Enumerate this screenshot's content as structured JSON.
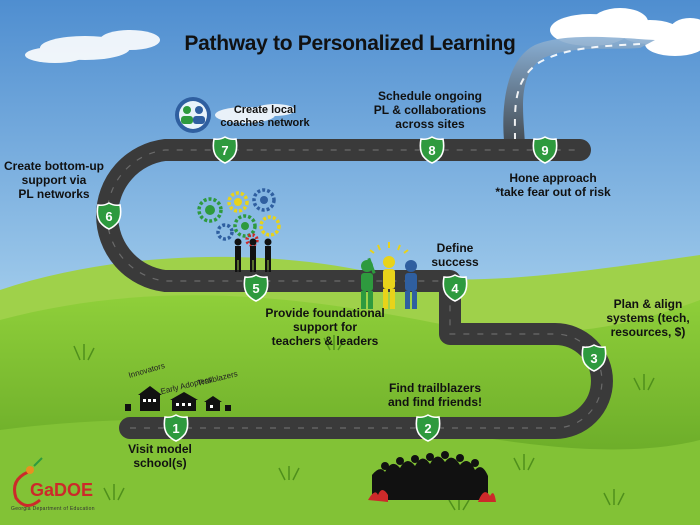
{
  "title": "Pathway to Personalized Learning",
  "steps": [
    {
      "number": "1",
      "lines": [
        "Visit model",
        "school(s)"
      ]
    },
    {
      "number": "2",
      "lines": [
        "Find trailblazers",
        "and find friends!"
      ]
    },
    {
      "number": "3",
      "lines": [
        "Plan & align",
        "systems (tech,",
        "resources, $)"
      ]
    },
    {
      "number": "4",
      "lines": [
        "Define",
        "success"
      ]
    },
    {
      "number": "5",
      "lines": [
        "Provide foundational",
        "support for",
        "teachers & leaders"
      ]
    },
    {
      "number": "6",
      "lines": [
        "Create bottom-up",
        "support via",
        "PL networks"
      ]
    },
    {
      "number": "7",
      "lines": [
        "Create local",
        "coaches network"
      ]
    },
    {
      "number": "8",
      "lines": [
        "Schedule ongoing",
        "PL & collaborations",
        "across sites"
      ]
    },
    {
      "number": "9",
      "lines": [
        "Hone approach",
        "*take fear out of risk"
      ]
    }
  ],
  "school_labels": [
    "Innovators",
    "Early Adopters",
    "Trailblazers"
  ],
  "logo": {
    "text": "GaDOE",
    "subtitle": "Georgia Department of Education"
  },
  "colors": {
    "sky_top": "#4f8ed0",
    "sky_bottom": "#d8ecf8",
    "grass": "#7fbf2e",
    "road": "#3a3a3a",
    "shield": "#2e9a3e",
    "gear_green": "#2e9a3e",
    "gear_yellow": "#e8d31a",
    "gear_blue": "#2f5fa0"
  }
}
